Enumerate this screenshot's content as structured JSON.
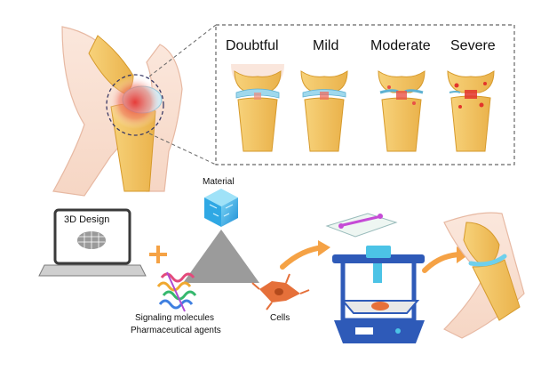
{
  "stages": [
    "Doubtful",
    "Mild",
    "Moderate",
    "Severe"
  ],
  "labels": {
    "design": "3D Design",
    "material": "Material",
    "signaling": "Signaling molecules",
    "pharma": "Pharmaceutical agents",
    "cells": "Cells"
  },
  "colors": {
    "bone": "#f3c35a",
    "bone_outline": "#d69a2c",
    "cartilage": "#9fd8ec",
    "inflammation": "#e83c3c",
    "arrow": "#f5a245",
    "plus": "#f5a245",
    "material_cube": "#38b6e8",
    "printer_frame": "#2e5ab8",
    "printer_accent": "#4cc3e6",
    "cell": "#e5703a",
    "triangle": "#9b9b9b"
  }
}
